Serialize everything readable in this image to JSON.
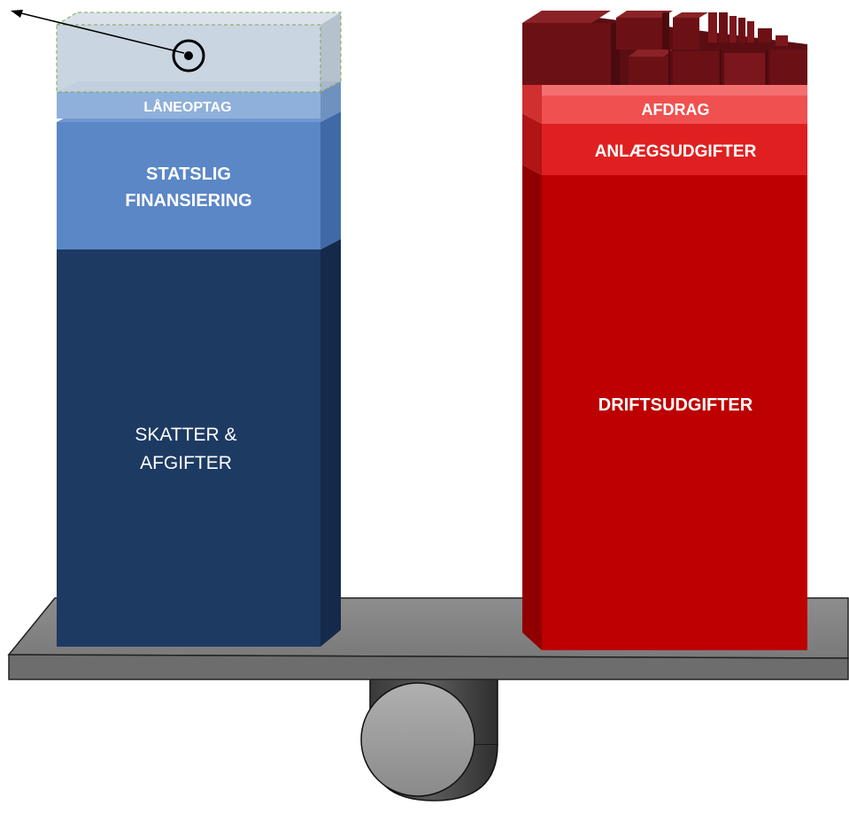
{
  "left_column": {
    "layers": [
      {
        "label": "LÅNEOPTAG",
        "color": "#8fb0da"
      },
      {
        "label_line1": "STATSLIG",
        "label_line2": "FINANSIERING",
        "color": "#5b87c6"
      },
      {
        "label_line1": "SKATTER &",
        "label_line2": "AFGIFTER",
        "color": "#1d3a63"
      }
    ],
    "top_box": {
      "state": "selected",
      "color": "#c4d0df"
    }
  },
  "right_column": {
    "layers": [
      {
        "label": "AFDRAG",
        "color": "#f05050"
      },
      {
        "label": "ANLÆGSUDGIFTER",
        "color": "#e02020"
      },
      {
        "label": "DRIFTSUDGIFTER",
        "color": "#bd0000"
      }
    ],
    "top_stack": {
      "color": "#6b1116"
    }
  },
  "scale": {
    "beam_color": "#7f7f7f",
    "fulcrum_color": "#9a9a9a"
  },
  "selection": {
    "handle": "rotate-handle",
    "icon": "target-icon",
    "arrow": "arrow-pointer-icon"
  }
}
